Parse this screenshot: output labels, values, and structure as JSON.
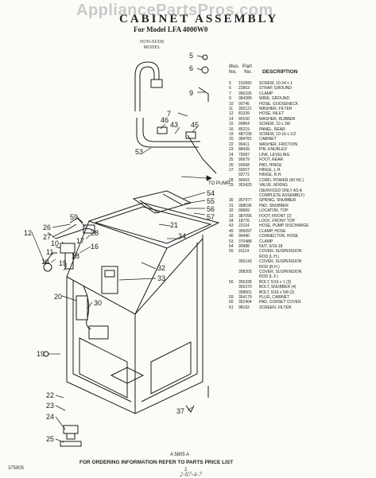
{
  "watermark": "AppliancePartsPros.com",
  "title": "CABINET ASSEMBLY",
  "subtitle": "For Model LFA 4000W0",
  "nonsuds_label": [
    "NON-SUDS",
    "MODEL"
  ],
  "to_pump": "TO PUMP",
  "figure_id": "A 5805 A",
  "footer_note": "FOR ORDERING INFORMATION REFER TO PARTS PRICE LIST",
  "footer_code": "375805",
  "footer_page": "2",
  "footer_hand": "2-87-4-7",
  "parts_header": {
    "illus": "Illus.",
    "no": "No.",
    "part": "Part",
    "part_no": "No.",
    "description": "DESCRIPTION"
  },
  "parts": [
    {
      "no": "5",
      "part": "152842",
      "desc": "SCREW, 10-24 x 1"
    },
    {
      "no": "6",
      "part": "23963",
      "desc": "STRAP, GROUND"
    },
    {
      "no": "7",
      "part": "356155",
      "desc": "CLAMP"
    },
    {
      "no": "9",
      "part": "384289",
      "desc": "WIRE, GROUND"
    },
    {
      "no": "10",
      "part": "90745",
      "desc": "HOSE, GOOSENECK"
    },
    {
      "no": "11",
      "part": "355121",
      "desc": "WASHER, FILTER"
    },
    {
      "no": "12",
      "part": "81339",
      "desc": "HOSE, INLET"
    },
    {
      "no": "14",
      "part": "90150",
      "desc": "WASHER, RUBBER"
    },
    {
      "no": "15",
      "part": "90864",
      "desc": "SCREW, 10 x 3/8"
    },
    {
      "no": "16",
      "part": "85219",
      "desc": "PANEL, REAR"
    },
    {
      "no": "19",
      "part": "487158",
      "desc": "SCREW, 10-16 x 1/2"
    },
    {
      "no": "20",
      "part": "384781",
      "desc": "CABINET"
    },
    {
      "no": "22",
      "part": "90411",
      "desc": "WASHER, FRICTION"
    },
    {
      "no": "23",
      "part": "88439",
      "desc": "PIN, KNURLED"
    },
    {
      "no": "24",
      "part": "75587",
      "desc": "LINK, LEVELING"
    },
    {
      "no": "25",
      "part": "90679",
      "desc": "FOOT, REAR"
    },
    {
      "no": "26",
      "part": "93668",
      "desc": "PAD, HINGE"
    },
    {
      "no": "27",
      "part": "93657",
      "desc": "HINGE, L.H."
    },
    {
      "no": "",
      "part": "93772",
      "desc": "HINGE, R.H."
    },
    {
      "no": "28",
      "part": "90663",
      "desc": "CORD, POWER (60 HZ.)"
    },
    {
      "no": "29",
      "part": "353425",
      "desc": "VALVE, MIXING"
    },
    {
      "no": "",
      "part": "",
      "desc": "(SERVICED ONLY AS A"
    },
    {
      "no": "",
      "part": "",
      "desc": "COMPLETE ASSEMBLY)"
    },
    {
      "no": "30",
      "part": "357977",
      "desc": "SPRING, SNUBBER"
    },
    {
      "no": "31",
      "part": "358036",
      "desc": "PAD, SNUBBER"
    },
    {
      "no": "32",
      "part": "90669",
      "desc": "LOCATOR, TOP"
    },
    {
      "no": "33",
      "part": "387096",
      "desc": "FOOT, FRONT (2)"
    },
    {
      "no": "34",
      "part": "18776",
      "desc": "LOCK, FRONT TOP"
    },
    {
      "no": "43",
      "part": "22114",
      "desc": "HOSE, PUMP DISCHARGE"
    },
    {
      "no": "45",
      "part": "355097",
      "desc": "CLAMP, HOSE"
    },
    {
      "no": "46",
      "part": "90440",
      "desc": "CONNECTOR, HOSE"
    },
    {
      "no": "53",
      "part": "370488",
      "desc": "CLAMP"
    },
    {
      "no": "54",
      "part": "90988",
      "desc": "NUT, 5/16-18"
    },
    {
      "no": "55",
      "part": "91114",
      "desc": "COVER, SUSPENSION"
    },
    {
      "no": "",
      "part": "",
      "desc": "ROD (L.H.)"
    },
    {
      "no": "",
      "part": "355143",
      "desc": "COVER, SUSPENSION"
    },
    {
      "no": "",
      "part": "",
      "desc": "ROD (R.H.)"
    },
    {
      "no": "",
      "part": "358200",
      "desc": "COVER, SUSPENSION"
    },
    {
      "no": "",
      "part": "",
      "desc": "ROD (L.F.)"
    },
    {
      "no": "56",
      "part": "356338",
      "desc": "BOLT, 5/16 x 1 (3)"
    },
    {
      "no": "",
      "part": "355370",
      "desc": "BOLT, SNUBBER (4)"
    },
    {
      "no": "",
      "part": "358501",
      "desc": "BOLT, 5/16 x 5/8 (2)"
    },
    {
      "no": "59",
      "part": "354179",
      "desc": "PLUG, CABINET"
    },
    {
      "no": "60",
      "part": "352404",
      "desc": "PAD, CORSET COVER"
    },
    {
      "no": "61",
      "part": "98162",
      "desc": "SCREEN, FILTER"
    }
  ],
  "callouts": [
    "5",
    "6",
    "9",
    "7",
    "46",
    "43",
    "45",
    "53",
    "54",
    "55",
    "56",
    "57",
    "59",
    "26",
    "27",
    "28",
    "10",
    "11",
    "12",
    "14",
    "15",
    "16",
    "17",
    "18",
    "19",
    "20",
    "21",
    "34",
    "32",
    "33",
    "30",
    "22",
    "23",
    "24",
    "25",
    "37"
  ]
}
